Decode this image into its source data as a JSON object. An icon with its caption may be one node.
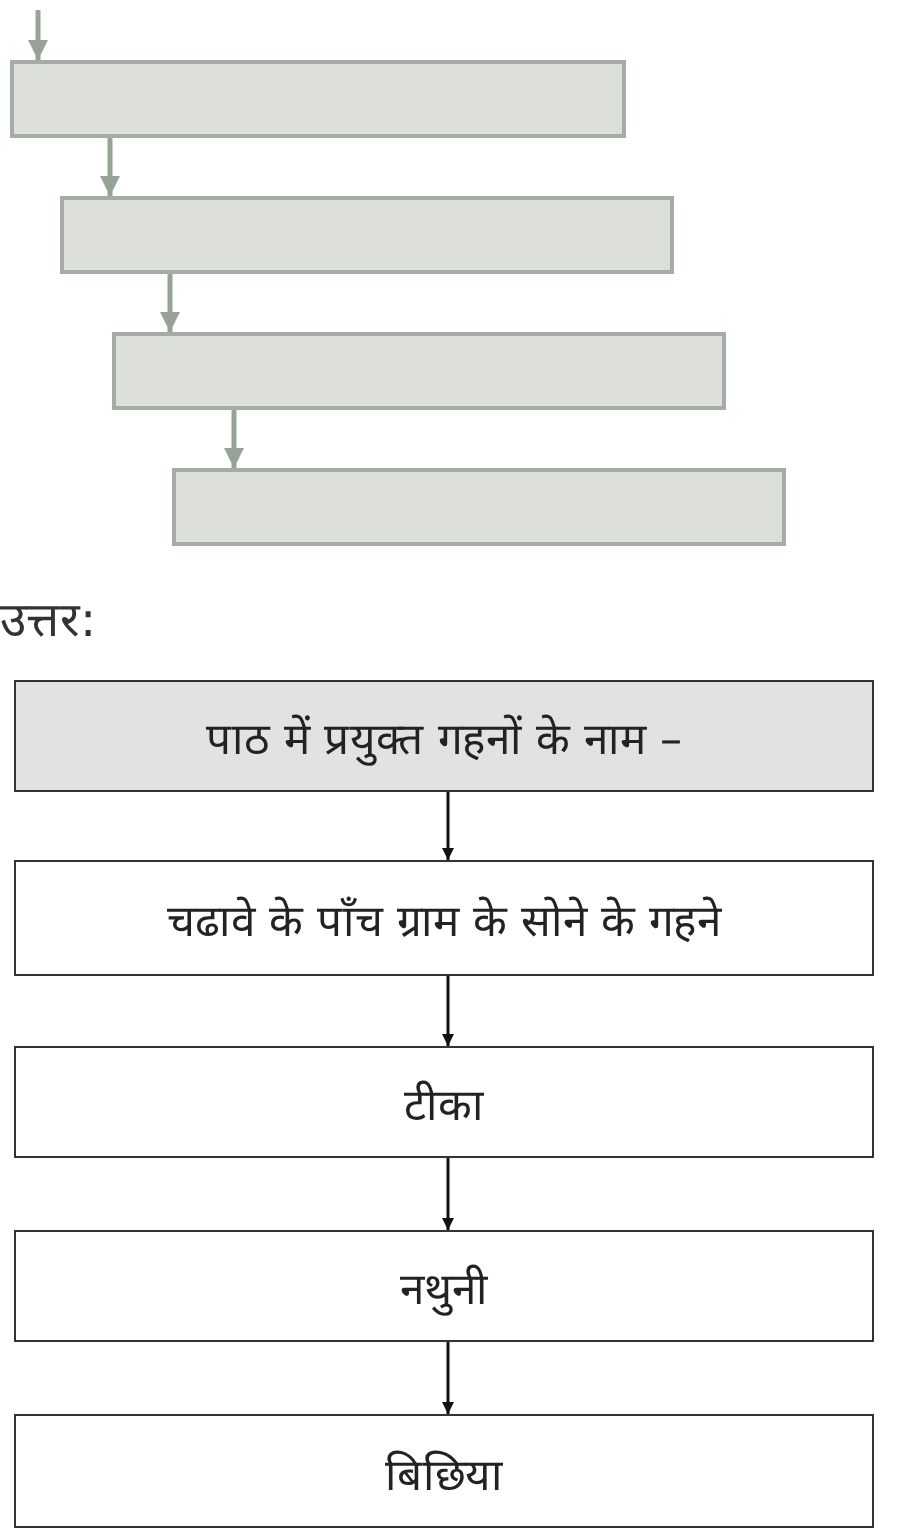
{
  "diagram": {
    "nodes": [
      {
        "text": [],
        "shape": "box"
      },
      {
        "text": [],
        "shape": "box"
      },
      {
        "text": [],
        "shape": "box"
      },
      {
        "text": [],
        "shape": "box"
      },
      {
        "text": [
          "पाठ में प्रयुक्त गहनों के नाम –"
        ]
      },
      {
        "text": [
          "चढावे के पाँच ग्राम के सोने के गहने"
        ]
      },
      {
        "text": [
          "टीका"
        ]
      },
      {
        "text": [
          "नथुनी"
        ]
      },
      {
        "text": [
          "बिछिया"
        ]
      }
    ],
    "edges": [
      {
        "from": null,
        "to": 0,
        "arrow": "to",
        "color": "#98a398"
      },
      {
        "from": 0,
        "to": 1,
        "arrow": "to",
        "color": "#98a398"
      },
      {
        "from": 1,
        "to": 2,
        "arrow": "to",
        "color": "#98a398"
      },
      {
        "from": 2,
        "to": 3,
        "arrow": "to",
        "color": "#98a398"
      },
      {
        "from": 4,
        "to": 5,
        "arrow": "to",
        "color": "#111111"
      },
      {
        "from": 5,
        "to": 6,
        "arrow": "to",
        "color": "#111111"
      },
      {
        "from": 6,
        "to": 7,
        "arrow": "to",
        "color": "#111111"
      },
      {
        "from": 7,
        "to": 8,
        "arrow": "to",
        "color": "#111111"
      }
    ],
    "labels": [
      "उत्तर:"
    ]
  }
}
